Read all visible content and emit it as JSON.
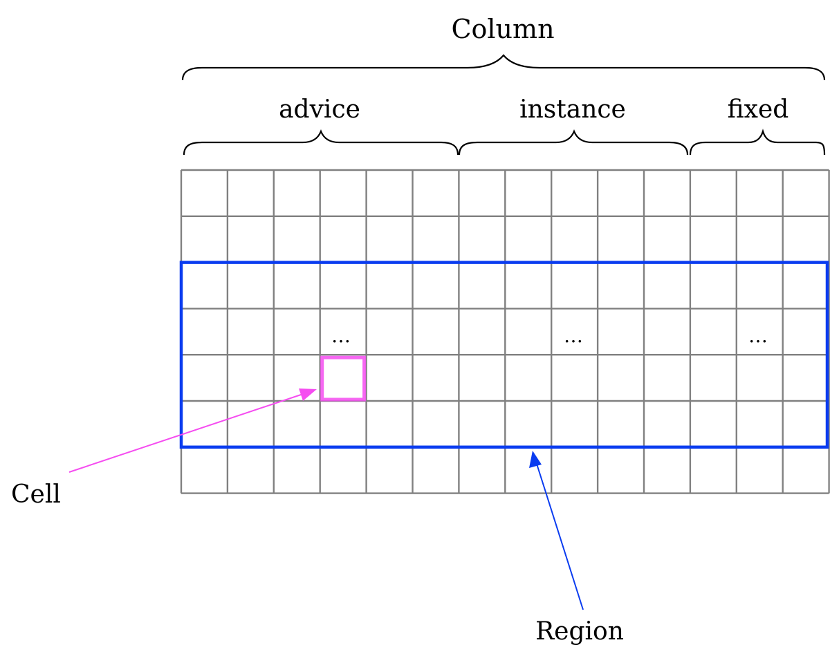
{
  "title": "Column",
  "groups": [
    {
      "label": "advice",
      "columns": 6
    },
    {
      "label": "instance",
      "columns": 5
    },
    {
      "label": "fixed",
      "columns": 3
    }
  ],
  "grid": {
    "rows": 7,
    "columns": 14
  },
  "ellipsis": "…",
  "region": {
    "label": "Region",
    "row_start": 2,
    "row_end": 5,
    "color": "#0a3cf0"
  },
  "cell": {
    "label": "Cell",
    "row": 4,
    "column": 3,
    "color": "#f54cf0"
  },
  "colors": {
    "grid": "#808080",
    "text": "#000000"
  }
}
